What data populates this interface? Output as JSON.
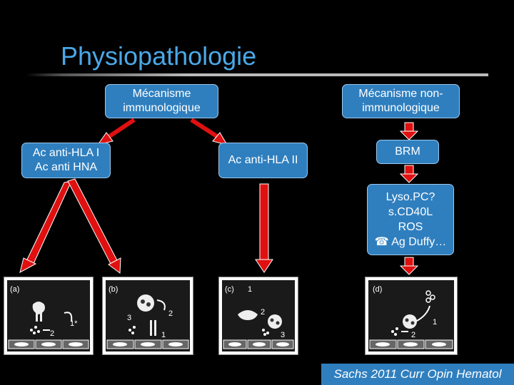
{
  "title": "Physiopathologie",
  "boxes": {
    "immuno": {
      "line1": "Mécanisme",
      "line2": "immunologique"
    },
    "non_immuno": {
      "line1": "Mécanisme non-",
      "line2": "immunologique"
    },
    "hla1": {
      "line1": "Ac anti-HLA I",
      "line2": "Ac anti HNA"
    },
    "hla2": {
      "line1": "Ac anti-HLA II"
    },
    "brm": {
      "line1": "BRM"
    },
    "lyso": {
      "line1": "Lyso.PC?",
      "line2": "s.CD40L",
      "line3": "ROS",
      "line4": "Ag Duffy…",
      "icon": "telephone-icon"
    }
  },
  "panels": {
    "a": {
      "label": "(a)",
      "n1": "1*",
      "n2": "2"
    },
    "b": {
      "label": "(b)",
      "n1": "1",
      "n2": "2",
      "n3": "3"
    },
    "c": {
      "label": "(c)",
      "n1": "1",
      "n2": "2",
      "n3": "3"
    },
    "d": {
      "label": "(d)",
      "n1": "1",
      "n2": "2"
    }
  },
  "citation": "Sachs 2011 Curr Opin Hematol",
  "colors": {
    "box": "#2f7fbf",
    "arrow": "#e01010",
    "title": "#4aa8e8"
  }
}
